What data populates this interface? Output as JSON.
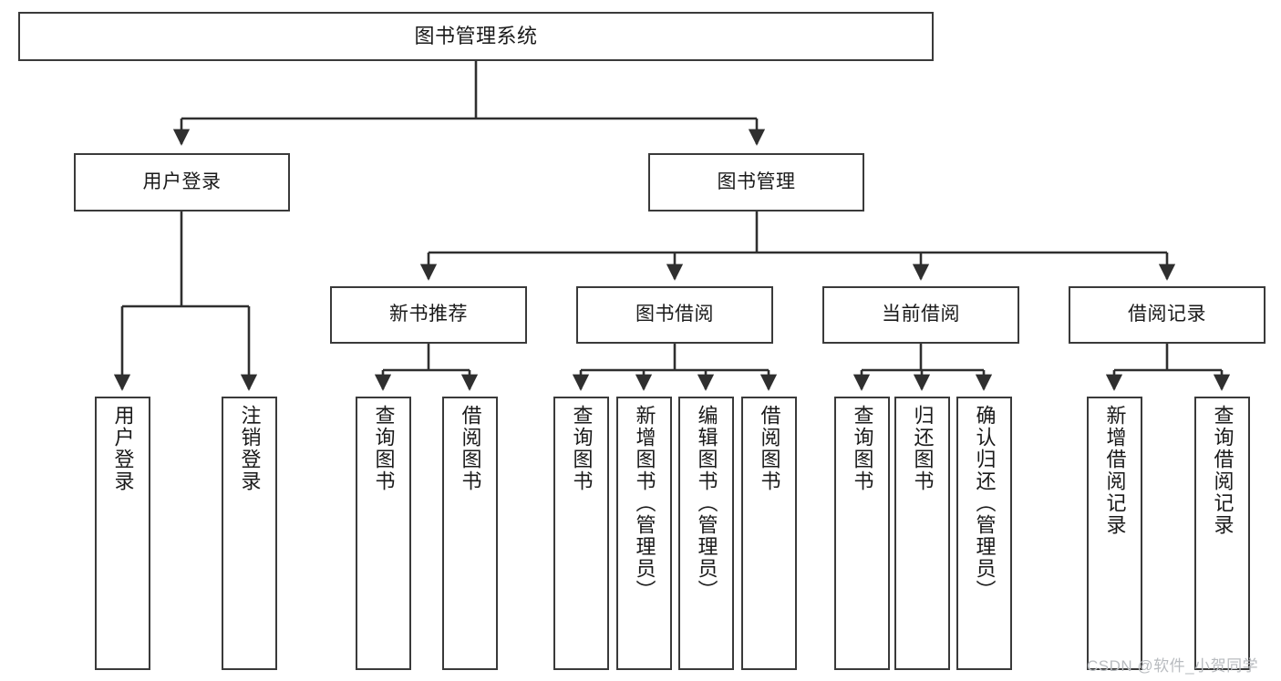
{
  "diagram": {
    "type": "hierarchy-tree",
    "title": "图书管理系统",
    "root": {
      "label": "图书管理系统"
    },
    "level2": [
      {
        "label": "用户登录"
      },
      {
        "label": "图书管理"
      }
    ],
    "level3": [
      {
        "label": "新书推荐"
      },
      {
        "label": "图书借阅"
      },
      {
        "label": "当前借阅"
      },
      {
        "label": "借阅记录"
      }
    ],
    "leaves": {
      "user_login": [
        {
          "label": "用户登录"
        },
        {
          "label": "注销登录"
        }
      ],
      "new_book": [
        {
          "label": "查询图书"
        },
        {
          "label": "借阅图书"
        }
      ],
      "book_borrow": [
        {
          "label": "查询图书"
        },
        {
          "label": "新增图书（管理员）"
        },
        {
          "label": "编辑图书（管理员）"
        },
        {
          "label": "借阅图书"
        }
      ],
      "current_borrow": [
        {
          "label": "查询图书"
        },
        {
          "label": "归还图书"
        },
        {
          "label": "确认归还（管理员）"
        }
      ],
      "borrow_record": [
        {
          "label": "新增借阅记录"
        },
        {
          "label": "查询借阅记录"
        }
      ]
    }
  },
  "watermark": {
    "text": "CSDN @软件_小贺同学"
  },
  "colors": {
    "stroke": "#3a3a3a",
    "fill": "#ffffff",
    "text": "#1a1a1a",
    "watermark": "#b9bcc0"
  }
}
